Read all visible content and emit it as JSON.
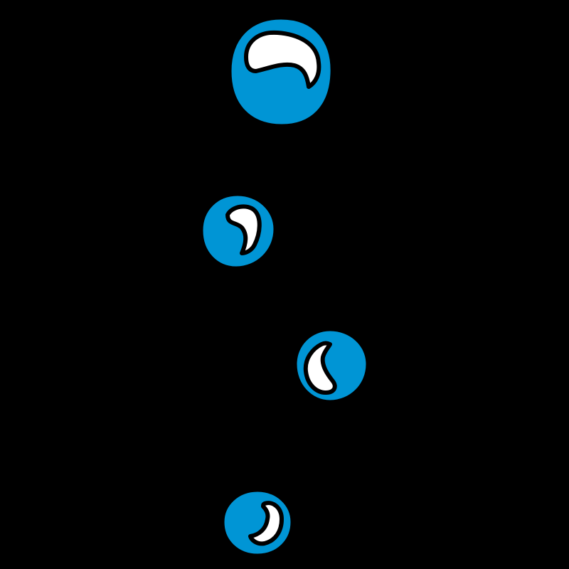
{
  "scene": {
    "background_color": "#000000",
    "outline_color": "#000000",
    "bubble_fill_color": "#0095D5",
    "highlight_color": "#FFFFFF",
    "bubble_count": 4,
    "bubbles": [
      {
        "label": "bubble-1",
        "icon": "water-bubble-icon"
      },
      {
        "label": "bubble-2",
        "icon": "water-bubble-icon"
      },
      {
        "label": "bubble-3",
        "icon": "water-bubble-icon"
      },
      {
        "label": "bubble-4",
        "icon": "water-bubble-icon"
      }
    ]
  }
}
